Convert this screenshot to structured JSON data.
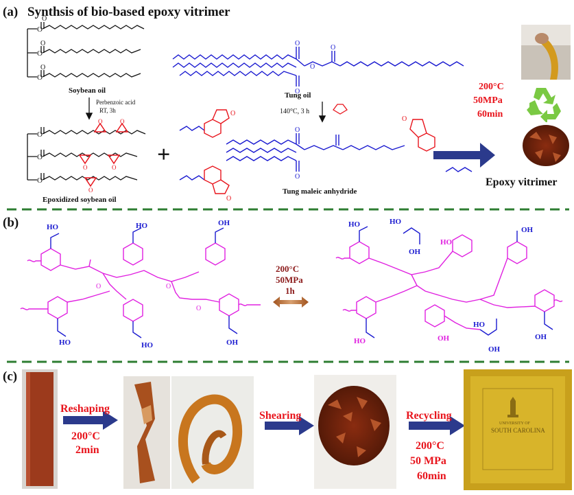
{
  "panel_a": {
    "tag": "(a)",
    "title": "Synthsis of bio-based epoxy vitrimer",
    "soybean_label": "Soybean oil",
    "tung_label": "Tung oil",
    "reagent_1": "Perbenzoic acid",
    "reagent_2": "RT, 3h",
    "cond_tung": "140°C, 3 h",
    "esbo_label": "Epoxidized soybean oil",
    "tma_label": "Tung maleic anhydride",
    "plus": "+",
    "cond_temp": "200°C",
    "cond_pressure": "50MPa",
    "cond_time": "60min",
    "product_label": "Epoxy vitrimer",
    "carbonyl": "O"
  },
  "panel_b": {
    "tag": "(b)",
    "cond_temp": "200°C",
    "cond_pressure": "50MPa",
    "cond_time": "1h",
    "ho": "HO",
    "oh": "OH",
    "o": "O"
  },
  "panel_c": {
    "tag": "(c)",
    "step1": "Reshaping",
    "step1_temp": "200°C",
    "step1_time": "2min",
    "step2": "Shearing",
    "step3": "Recycling",
    "step3_temp": "200°C",
    "step3_pressure": "50 MPa",
    "step3_time": "60min",
    "logo_line1": "UNIVERSITY OF",
    "logo_line2": "SOUTH CAROLINA"
  },
  "colors": {
    "red": "#e8141c",
    "blue": "#1a1ad0",
    "magenta": "#e020e0",
    "navy": "#2b3a8c",
    "dash_green": "#2e7d32",
    "recycle_green": "#7ac943"
  }
}
